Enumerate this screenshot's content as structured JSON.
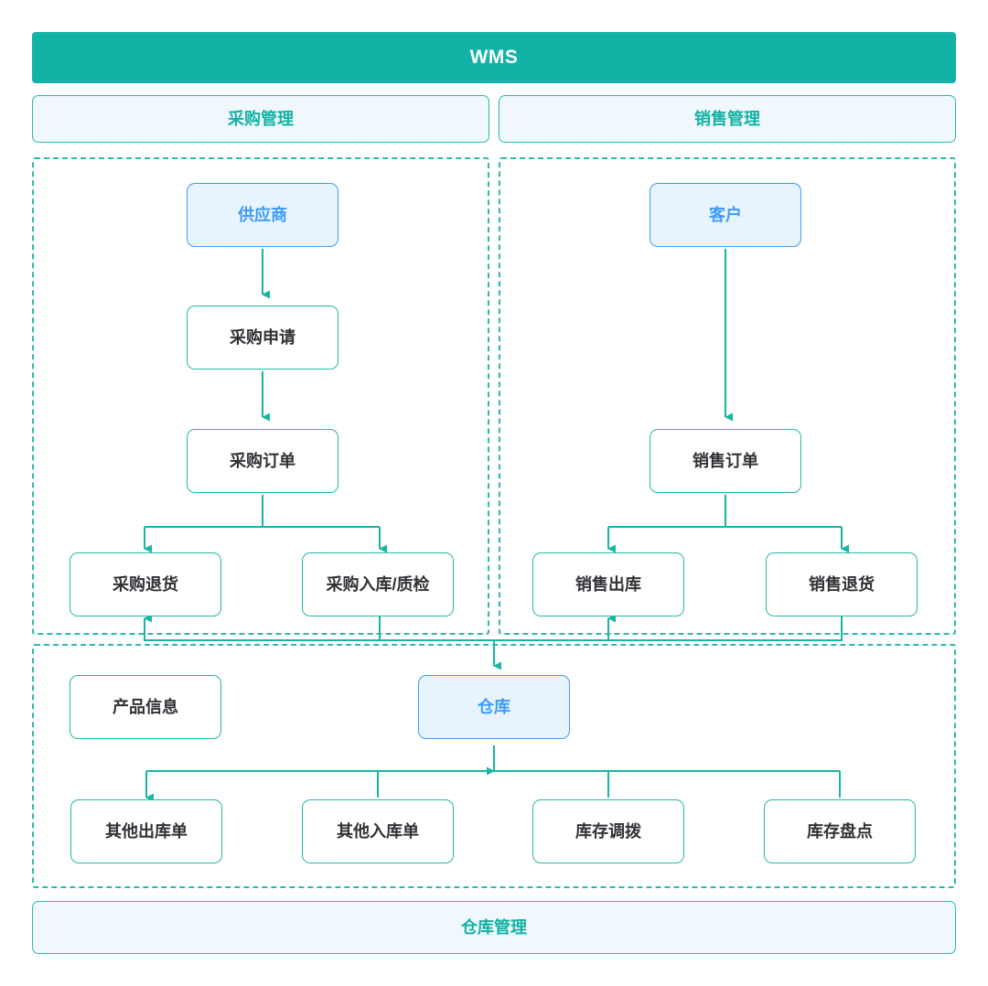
{
  "diagram": {
    "title": "WMS",
    "type": "flowchart",
    "palette": {
      "teal": "#13b2a6",
      "teal_border": "#25b9a4",
      "teal_dashed": "#2cbbaa",
      "pill_fill": "#f1f8fd",
      "entity_fill": "#e7f4fe",
      "entity_border": "#3e9bf5",
      "entity_text": "#3e9bf5",
      "box_fill": "#ffffff",
      "box_text": "#303236",
      "banner_text": "#ffffff",
      "page_bg": "#ffffff"
    },
    "banner": {
      "label": "WMS"
    },
    "sections": [
      {
        "id": "purchase",
        "header": "采购管理"
      },
      {
        "id": "sales",
        "header": "销售管理"
      },
      {
        "id": "warehouse",
        "footer": "仓库管理"
      }
    ],
    "nodes": [
      {
        "id": "supplier",
        "label": "供应商",
        "kind": "entity",
        "section": "purchase"
      },
      {
        "id": "purchase-req",
        "label": "采购申请",
        "kind": "process",
        "section": "purchase"
      },
      {
        "id": "purchase-order",
        "label": "采购订单",
        "kind": "process",
        "section": "purchase"
      },
      {
        "id": "purchase-return",
        "label": "采购退货",
        "kind": "process",
        "section": "purchase"
      },
      {
        "id": "purchase-inbound",
        "label": "采购入库/质检",
        "kind": "process",
        "section": "purchase"
      },
      {
        "id": "customer",
        "label": "客户",
        "kind": "entity",
        "section": "sales"
      },
      {
        "id": "sales-order",
        "label": "销售订单",
        "kind": "process",
        "section": "sales"
      },
      {
        "id": "sales-outbound",
        "label": "销售出库",
        "kind": "process",
        "section": "sales"
      },
      {
        "id": "sales-return",
        "label": "销售退货",
        "kind": "process",
        "section": "sales"
      },
      {
        "id": "product-info",
        "label": "产品信息",
        "kind": "process",
        "section": "warehouse"
      },
      {
        "id": "warehouse",
        "label": "仓库",
        "kind": "entity",
        "section": "warehouse"
      },
      {
        "id": "other-outbound",
        "label": "其他出库单",
        "kind": "process",
        "section": "warehouse"
      },
      {
        "id": "other-inbound",
        "label": "其他入库单",
        "kind": "process",
        "section": "warehouse"
      },
      {
        "id": "stock-transfer",
        "label": "库存调拨",
        "kind": "process",
        "section": "warehouse"
      },
      {
        "id": "stock-count",
        "label": "库存盘点",
        "kind": "process",
        "section": "warehouse"
      }
    ],
    "edges": [
      {
        "from": "supplier",
        "to": "purchase-req"
      },
      {
        "from": "purchase-req",
        "to": "purchase-order"
      },
      {
        "from": "purchase-order",
        "to": "purchase-return"
      },
      {
        "from": "purchase-order",
        "to": "purchase-inbound"
      },
      {
        "from": "customer",
        "to": "sales-order"
      },
      {
        "from": "sales-order",
        "to": "sales-outbound"
      },
      {
        "from": "sales-order",
        "to": "sales-return"
      },
      {
        "from": "purchase-inbound",
        "to": "warehouse"
      },
      {
        "from": "sales-return",
        "to": "warehouse"
      },
      {
        "from": "warehouse",
        "to": "purchase-return"
      },
      {
        "from": "warehouse",
        "to": "sales-outbound"
      },
      {
        "from": "warehouse",
        "to": "other-outbound"
      },
      {
        "from": "other-inbound",
        "to": "warehouse"
      },
      {
        "from": "stock-transfer",
        "to": "warehouse"
      },
      {
        "from": "stock-count",
        "to": "warehouse"
      }
    ]
  }
}
